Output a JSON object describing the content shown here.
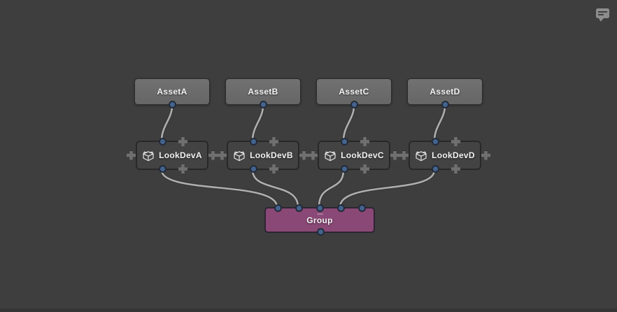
{
  "graph": {
    "assets": [
      {
        "label": "AssetA"
      },
      {
        "label": "AssetB"
      },
      {
        "label": "AssetC"
      },
      {
        "label": "AssetD"
      }
    ],
    "lookdevs": [
      {
        "label": "LookDevA",
        "icon": "box-icon"
      },
      {
        "label": "LookDevB",
        "icon": "box-icon"
      },
      {
        "label": "LookDevC",
        "icon": "box-icon"
      },
      {
        "label": "LookDevD",
        "icon": "box-icon"
      }
    ],
    "group": {
      "label": "Group"
    },
    "connections": [
      {
        "from": "AssetA",
        "to": "LookDevA"
      },
      {
        "from": "AssetB",
        "to": "LookDevB"
      },
      {
        "from": "AssetC",
        "to": "LookDevC"
      },
      {
        "from": "AssetD",
        "to": "LookDevD"
      },
      {
        "from": "LookDevA",
        "to": "Group.in0"
      },
      {
        "from": "LookDevB",
        "to": "Group.in1"
      },
      {
        "from": "LookDevC",
        "to": "Group.in2"
      },
      {
        "from": "LookDevD",
        "to": "Group.in3"
      }
    ]
  },
  "header": {
    "annotation_button_icon": "comment-icon"
  },
  "colors": {
    "background": "#3e3e3e",
    "asset_node_fill": "#6c6c6c",
    "lookdev_node_fill": "#434343",
    "group_node_fill": "#8a4877",
    "connector_blue": "#44648f",
    "wire_gray": "#aeaeae",
    "plus_gray": "#707070"
  }
}
